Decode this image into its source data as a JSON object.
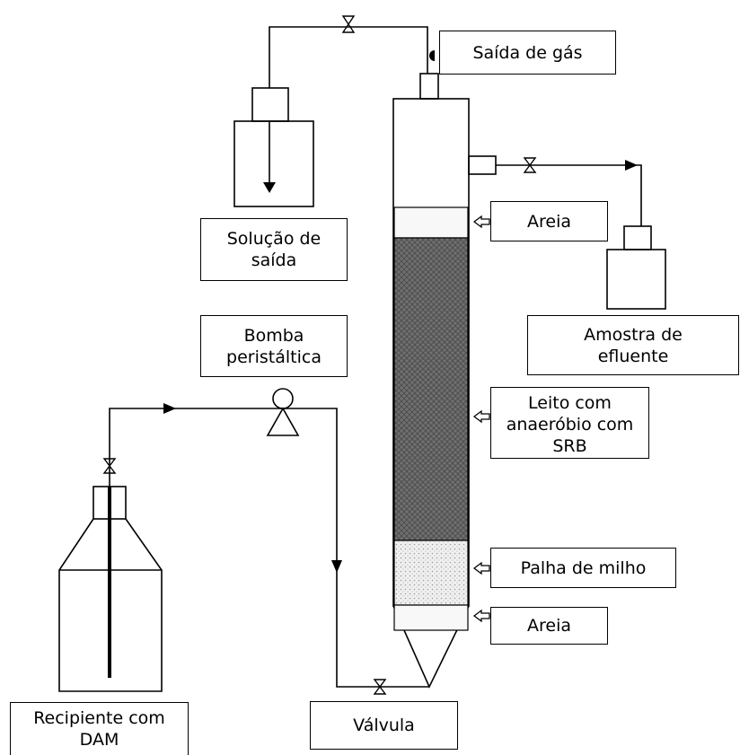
{
  "labels": {
    "gas_outlet": "Saída de gás",
    "outlet_solution_line1": "Solução de",
    "outlet_solution_line2": "saída",
    "sand_top": "Areia",
    "effluent_sample_line1": "Amostra de",
    "effluent_sample_line2": "efluente",
    "pump_line1": "Bomba",
    "pump_line2": "peristáltica",
    "bed_line1": "Leito com",
    "bed_line2": "anaeróbio com",
    "bed_line3": "SRB",
    "corn_straw": "Palha de milho",
    "sand_bottom": "Areia",
    "container_line1": "Recipiente com",
    "container_line2": "DAM",
    "valve": "Válvula"
  },
  "colors": {
    "line": "#000000",
    "bed_fill": "#6e6e6e",
    "straw_fill": "#ececec",
    "liquid_fill": "#f4f4f4"
  }
}
